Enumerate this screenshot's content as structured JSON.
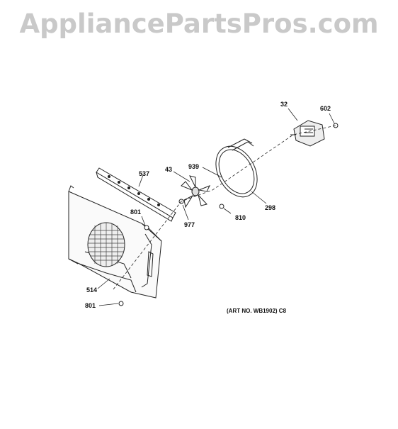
{
  "watermark": "AppliancePartsPros.com",
  "art_note": "(ART NO. WB1902) C8",
  "parts": {
    "p32": "32",
    "p602": "602",
    "p43": "43",
    "p939": "939",
    "p537": "537",
    "p298": "298",
    "p801a": "801",
    "p977": "977",
    "p810": "810",
    "p514": "514",
    "p801b": "801"
  }
}
